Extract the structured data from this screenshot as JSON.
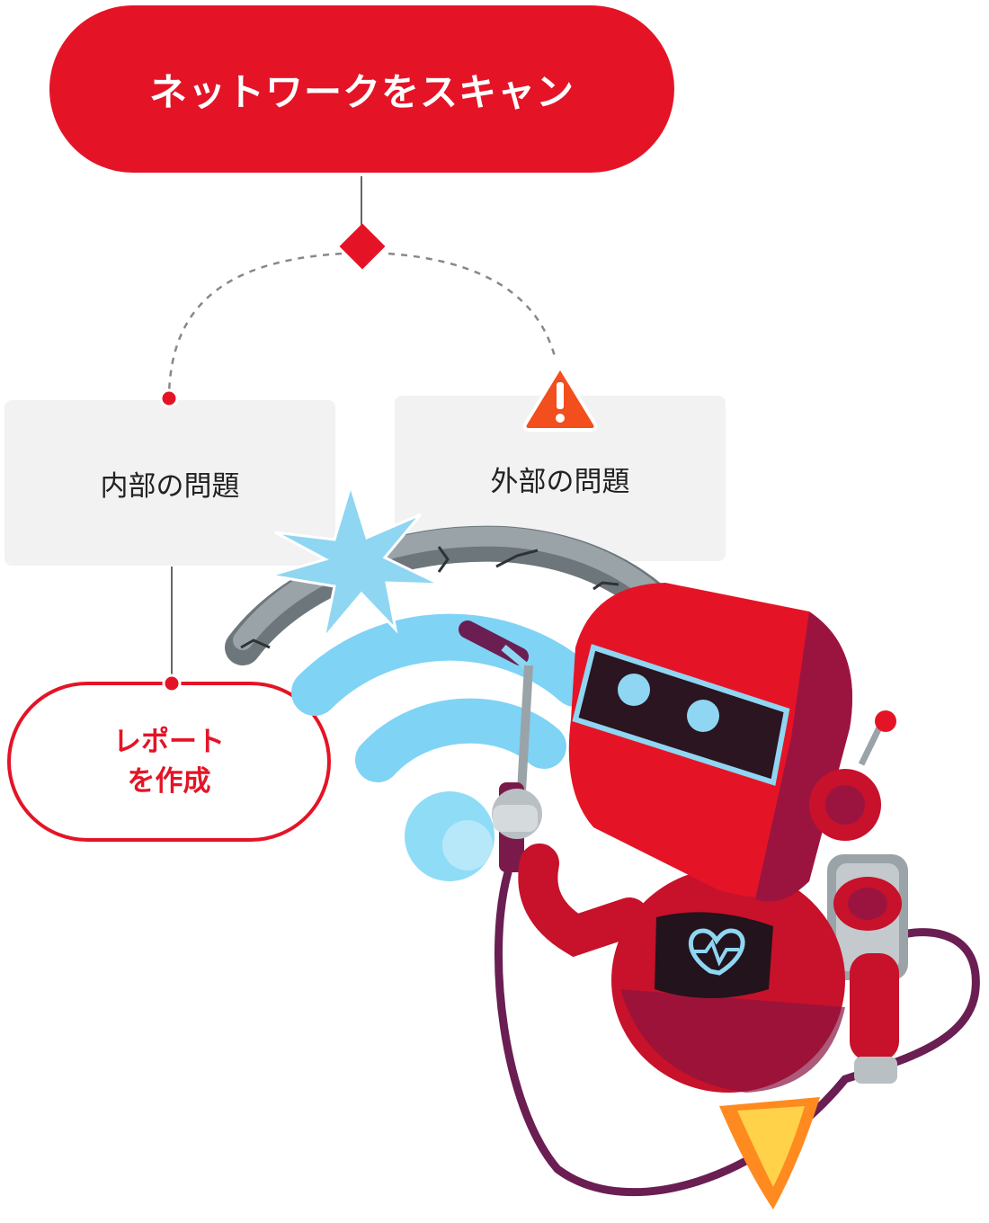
{
  "flowchart": {
    "start_label": "ネットワークをスキャン",
    "internal_label": "内部の問題",
    "external_label": "外部の問題",
    "report_label": "レポートを作成",
    "warning_icon": "warning-triangle-icon",
    "decision_icon": "diamond-icon"
  },
  "illustration": {
    "subject": "robot-welder-repairing-wifi-signal",
    "heart_icon": "heart-pulse-icon",
    "wifi_icon": "wifi-icon"
  },
  "colors": {
    "brand_red": "#e41426",
    "warning_orange": "#f24e1e",
    "wifi_blue": "#8fd6f2",
    "robot_dark": "#7a1a4a"
  }
}
